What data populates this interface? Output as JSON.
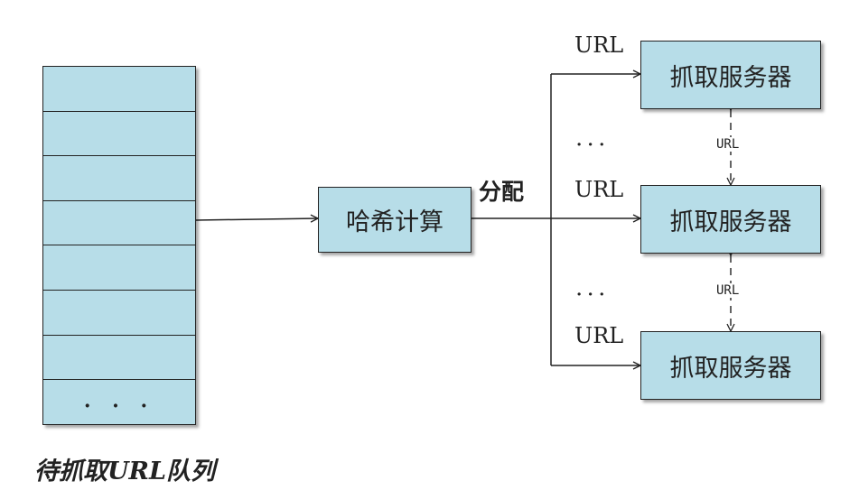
{
  "queue": {
    "label": "待抓取URL队列",
    "cells": [
      "",
      "",
      "",
      "",
      "",
      "",
      "",
      "· · ·"
    ]
  },
  "hash": {
    "label": "哈希计算"
  },
  "distribute_label": "分配",
  "servers": [
    {
      "label": "抓取服务器",
      "edge_label": "URL"
    },
    {
      "label": "抓取服务器",
      "edge_label": "URL"
    },
    {
      "label": "抓取服务器",
      "edge_label": "URL"
    }
  ],
  "ellipses": [
    "· · ·",
    "· · ·"
  ],
  "peer_links": [
    {
      "label": "URL"
    },
    {
      "label": "URL"
    }
  ],
  "colors": {
    "box_fill": "#b7dde8",
    "stroke": "#222222"
  }
}
